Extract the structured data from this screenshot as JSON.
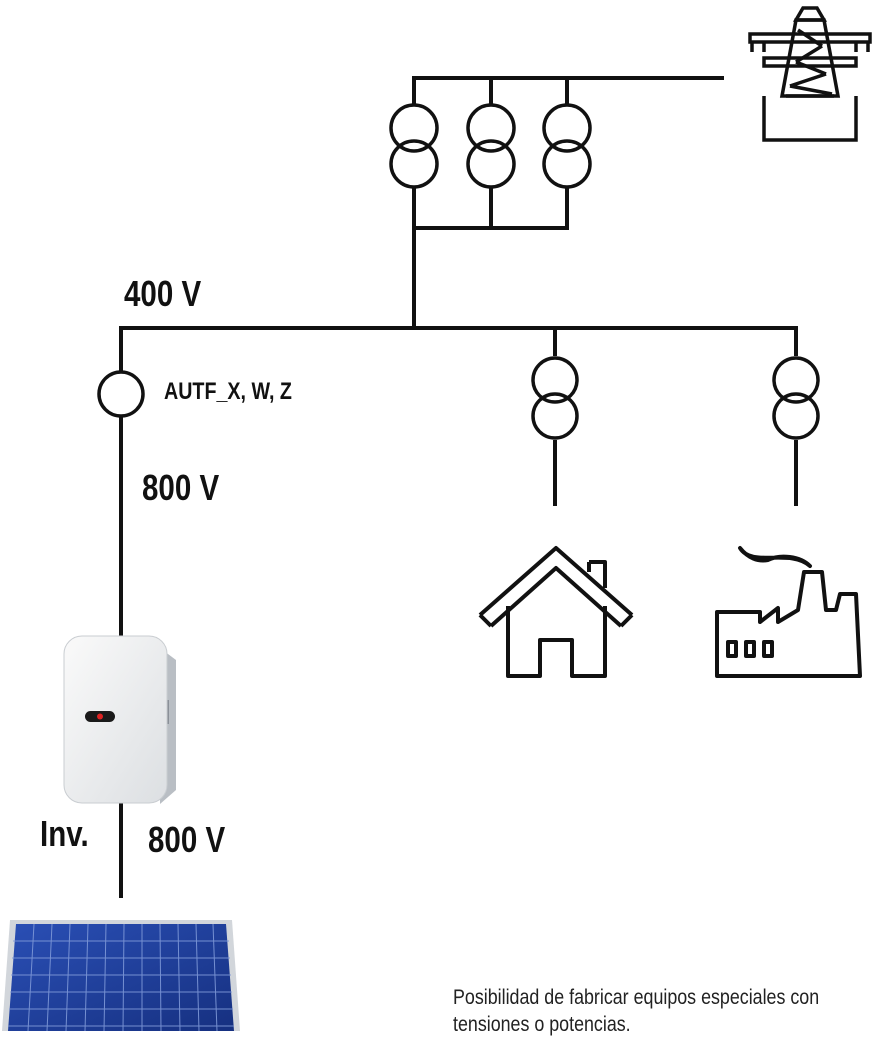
{
  "labels": {
    "bus_voltage": "400 V",
    "transformer_name": "AUTF_X, W, Z",
    "output_voltage": "800 V",
    "inverter": "Inv.",
    "dc_voltage": "800 V"
  },
  "note": {
    "line1": "Posibilidad de fabricar equipos especiales con",
    "line2": "tensiones o potencias."
  },
  "colors": {
    "line": "#111111",
    "panel_cell": "#1f3f9e",
    "panel_frame": "#c8ccd2",
    "inverter_body": "#f2f3f4"
  },
  "icons": [
    "pylon-icon",
    "house-icon",
    "factory-icon",
    "inverter-icon",
    "solar-panel-icon"
  ]
}
